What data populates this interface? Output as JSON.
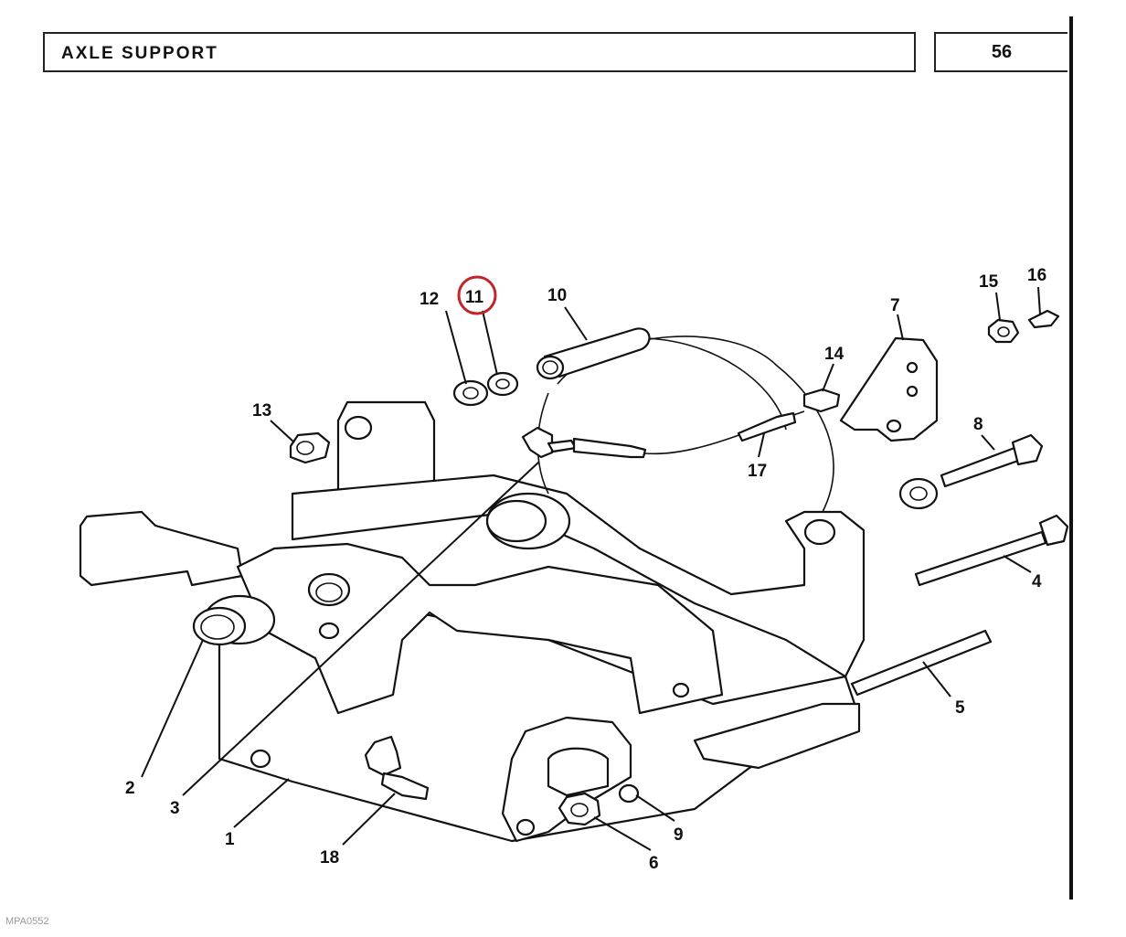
{
  "header": {
    "title": "AXLE  SUPPORT",
    "page_number": "56"
  },
  "footer": {
    "code": "MPA0552"
  },
  "highlight": {
    "color": "#c0272d",
    "callout": "11"
  },
  "callouts": [
    "1",
    "2",
    "3",
    "4",
    "5",
    "6",
    "7",
    "8",
    "9",
    "10",
    "11",
    "12",
    "13",
    "14",
    "15",
    "16",
    "17",
    "18"
  ]
}
